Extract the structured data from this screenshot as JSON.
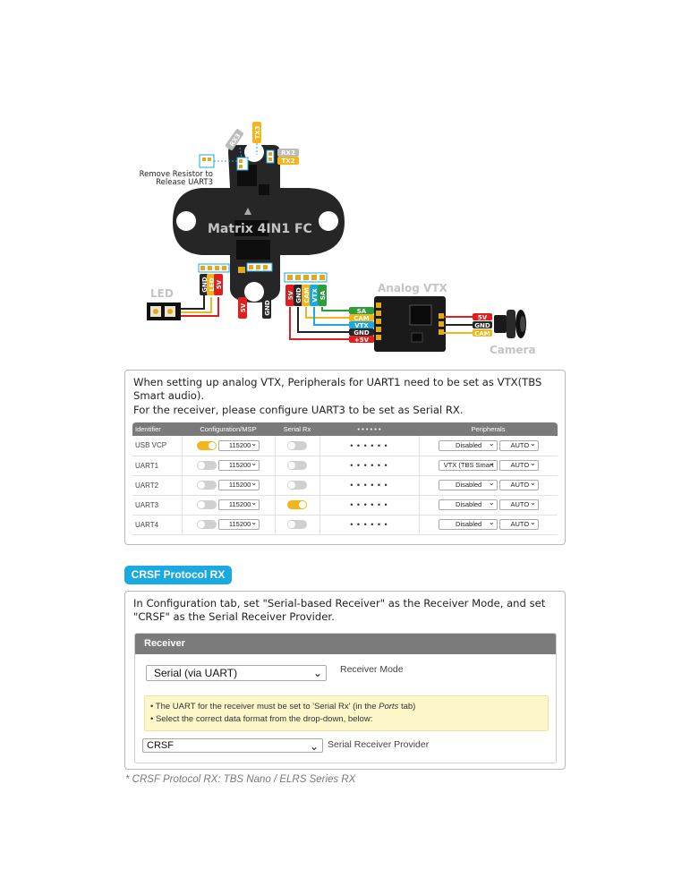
{
  "diagram": {
    "board_name": "Matrix 4IN1 FC",
    "vtx_title": "Analog VTX",
    "camera_title": "Camera",
    "led_title": "LED",
    "resistor_note_line1": "Remove Resistor to",
    "resistor_note_line2": "Release UART3",
    "top_pads": {
      "tx3": "TX3",
      "rx3": "RX3",
      "rx2": "RX2",
      "tx2": "TX2"
    },
    "led_pads": [
      "GND",
      "LED",
      "5V"
    ],
    "bottom_pads": [
      "5V",
      "GND"
    ],
    "vtx_header_pads": [
      "5V",
      "GND",
      "CAM",
      "VTX",
      "SA"
    ],
    "vtx_wire_labels": [
      "SA",
      "CAM",
      "VTX",
      "GND",
      "+5V"
    ],
    "camera_wire_labels": [
      "5V",
      "GND",
      "CAM"
    ]
  },
  "ports_box": {
    "text_line1": "When setting up analog VTX, Peripherals for UART1 need to be set as VTX(TBS Smart audio).",
    "text_line2": "For the receiver, please configure UART3 to be set as Serial RX.",
    "headers": [
      "Identifier",
      "Configuration/MSP",
      "Serial Rx",
      "• • • • • •",
      "Peripherals"
    ],
    "rows": [
      {
        "id": "USB VCP",
        "msp_on": true,
        "baud": "115200",
        "serial_on": false,
        "dots": "• • • • • •",
        "peripheral": "Disabled",
        "auto": "AUTO"
      },
      {
        "id": "UART1",
        "msp_on": false,
        "baud": "115200",
        "serial_on": false,
        "dots": "• • • • • •",
        "peripheral": "VTX (TBS Smart",
        "auto": "AUTO"
      },
      {
        "id": "UART2",
        "msp_on": false,
        "baud": "115200",
        "serial_on": false,
        "dots": "• • • • • •",
        "peripheral": "Disabled",
        "auto": "AUTO"
      },
      {
        "id": "UART3",
        "msp_on": false,
        "baud": "115200",
        "serial_on": true,
        "dots": "• • • • • •",
        "peripheral": "Disabled",
        "auto": "AUTO"
      },
      {
        "id": "UART4",
        "msp_on": false,
        "baud": "115200",
        "serial_on": false,
        "dots": "• • • • • •",
        "peripheral": "Disabled",
        "auto": "AUTO"
      }
    ]
  },
  "section_badge": "CRSF Protocol RX",
  "receiver_box": {
    "text": "In Configuration tab, set \"Serial-based Receiver\" as the Receiver Mode, and set \"CRSF\" as the Serial Receiver Provider.",
    "panel_title": "Receiver",
    "mode_value": "Serial (via UART)",
    "mode_label": "Receiver Mode",
    "note_line1_a": "• The UART for the receiver must be set to 'Serial Rx' (in the ",
    "note_line1_italic": "Ports",
    "note_line1_b": " tab)",
    "note_line2": "• Select the correct data format from the drop-down, below:",
    "provider_value": "CRSF",
    "provider_label": "Serial Receiver Provider"
  },
  "footnote": "* CRSF Protocol RX: TBS Nano / ELRS Series RX",
  "colors": {
    "accent": "#1ba9e1",
    "toggle_on": "#f2b61b",
    "board": "#262626",
    "wire_red": "#e02020",
    "wire_yellow": "#f2b61b",
    "wire_green": "#2e9e3a",
    "wire_cyan": "#1ba9e1"
  }
}
